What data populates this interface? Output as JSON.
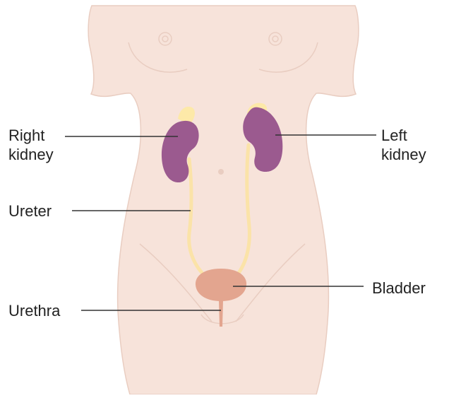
{
  "labels": {
    "right_kidney": [
      "Right",
      "kidney"
    ],
    "left_kidney": [
      "Left",
      "kidney"
    ],
    "ureter": "Ureter",
    "bladder": "Bladder",
    "urethra": "Urethra"
  },
  "colors": {
    "skin": "#f7e3da",
    "skin_outline": "#e9cdc1",
    "kidney": "#9b5a8f",
    "adrenal": "#fde9a8",
    "ureter": "#fbe3a8",
    "bladder": "#e3a58f",
    "leader_line": "#333333"
  }
}
